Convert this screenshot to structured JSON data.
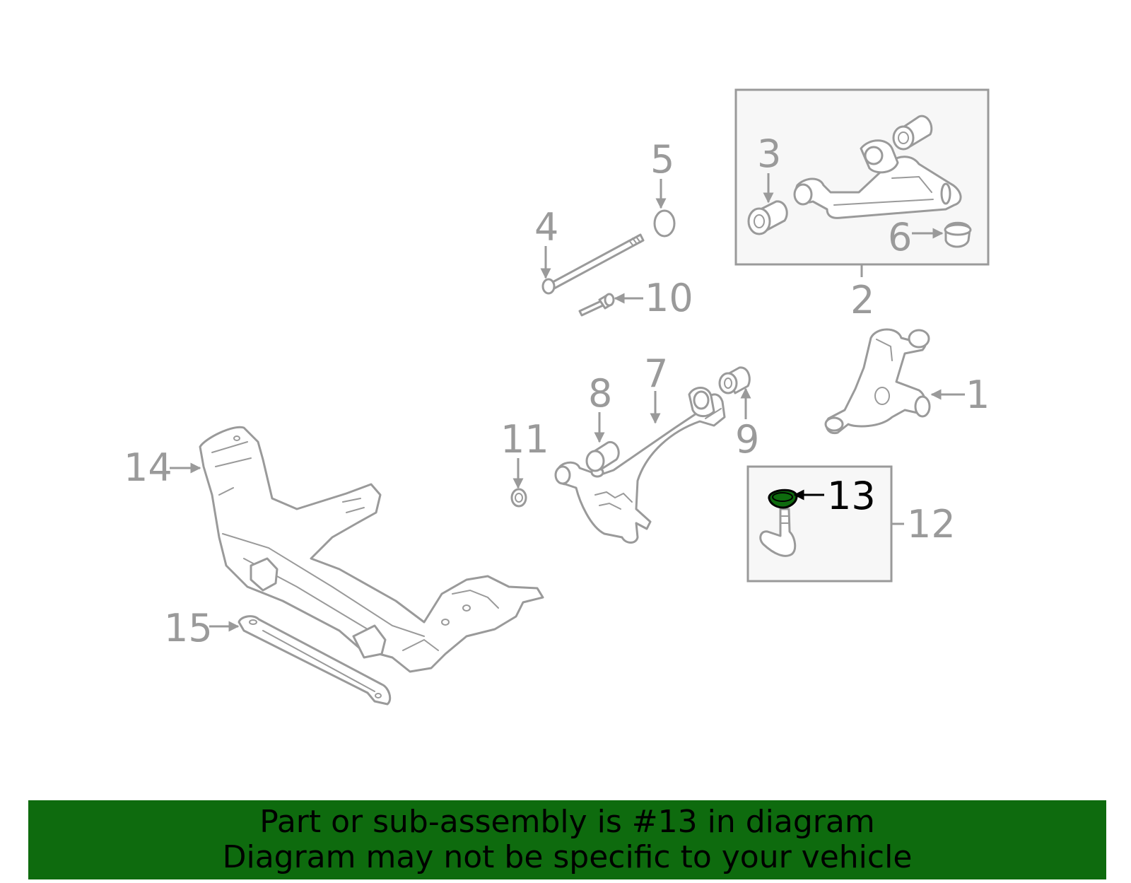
{
  "diagram": {
    "highlight_color": "#0e6b0e",
    "line_color": "#9a9a9a",
    "callouts": {
      "c1": "1",
      "c2": "2",
      "c3": "3",
      "c4": "4",
      "c5": "5",
      "c6": "6",
      "c7": "7",
      "c8": "8",
      "c9": "9",
      "c10": "10",
      "c11": "11",
      "c12": "12",
      "c13": "13",
      "c14": "14",
      "c15": "15"
    }
  },
  "banner": {
    "line1": "Part or sub-assembly is #13 in diagram",
    "line2": "Diagram may not be specific to your vehicle",
    "background": "#0e6b0e"
  }
}
